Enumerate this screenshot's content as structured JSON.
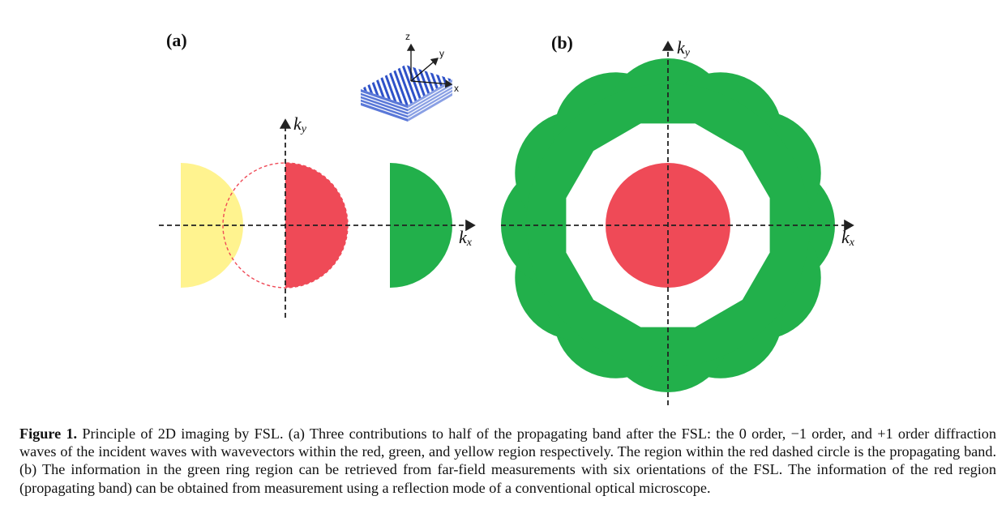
{
  "panels": {
    "a": {
      "label": "(a)",
      "axis_x": "k",
      "axis_x_sub": "x",
      "axis_y": "k",
      "axis_y_sub": "y",
      "inset_axes": {
        "z": "z",
        "y": "y",
        "x": "x"
      }
    },
    "b": {
      "label": "(b)",
      "axis_x": "k",
      "axis_x_sub": "x",
      "axis_y": "k",
      "axis_y_sub": "y"
    }
  },
  "colors": {
    "red": "#ef4a57",
    "green": "#22b04b",
    "yellow": "#fff38f",
    "dashed_circle": "#ef4a57",
    "axis": "#222222",
    "grating_blue": "#2f52c8",
    "grating_white": "#ffffff"
  },
  "caption": {
    "title": "Figure 1.",
    "text": "Principle of 2D imaging by FSL. (a) Three contributions to half of the propagating band after the FSL:  the 0 order, −1 order, and +1 order diffraction waves of the incident waves with wavevectors within the red, green, and yellow region respectively. The region within the red dashed circle is the propagating band. (b) The information in the green ring region can be retrieved from far-field measurements with six orientations of the FSL. The information of the red region (propagating band) can be obtained from measurement using a reflection mode of a conventional optical microscope."
  }
}
